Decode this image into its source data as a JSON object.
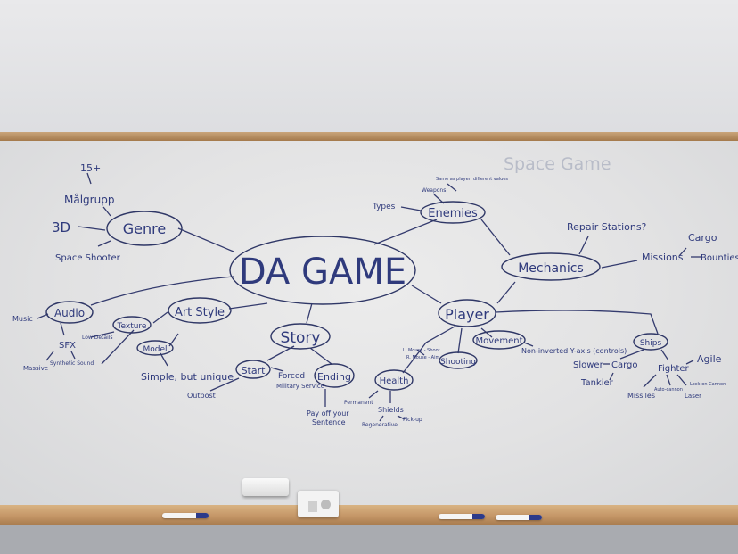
{
  "corner_title": "Space Game",
  "center": "DA GAME",
  "genre": {
    "title": "Genre",
    "age": "15+",
    "target": "Målgrupp",
    "dim": "3D",
    "sub": "Space Shooter"
  },
  "audio": {
    "title": "Audio",
    "music": "Music",
    "sfx": "SFX",
    "massive": "Massive",
    "synth": "Synthetic Sound"
  },
  "art": {
    "title": "Art Style",
    "texture": "Texture",
    "model": "Model",
    "low_detail": "Low Details",
    "simple": "Simple, but unique"
  },
  "story": {
    "title": "Story",
    "start": "Start",
    "ending": "Ending",
    "outpost": "Outpost",
    "forced1": "Forced",
    "forced2": "Military Service",
    "payoff1": "Pay off your",
    "payoff2": "Sentence"
  },
  "enemies": {
    "title": "Enemies",
    "types": "Types",
    "weapons": "Weapons",
    "same": "Same as player, different values"
  },
  "mechanics": {
    "title": "Mechanics",
    "repair": "Repair Stations?",
    "missions": "Missions",
    "cargo": "Cargo",
    "bounties": "Bounties"
  },
  "player": {
    "title": "Player",
    "movement": "Movement",
    "shooting": "Shooting",
    "non_inverted": "Non-inverted Y-axis (controls)",
    "mouse1": "L. Mouse - Shoot",
    "mouse2": "R. Mouse - Aim",
    "health": "Health",
    "permanent": "Permanent",
    "shields": "Shields",
    "regenerative": "Regenerative",
    "pickup": "Pick-up"
  },
  "ships": {
    "title": "Ships",
    "slower": "Slower",
    "cargo": "Cargo",
    "fighter": "Fighter",
    "agile": "Agile",
    "tankier": "Tankier",
    "missiles": "Missiles",
    "auto_cannon": "Auto-cannon",
    "lock_cannon": "Lock-on Cannon",
    "laser": "Laser"
  }
}
